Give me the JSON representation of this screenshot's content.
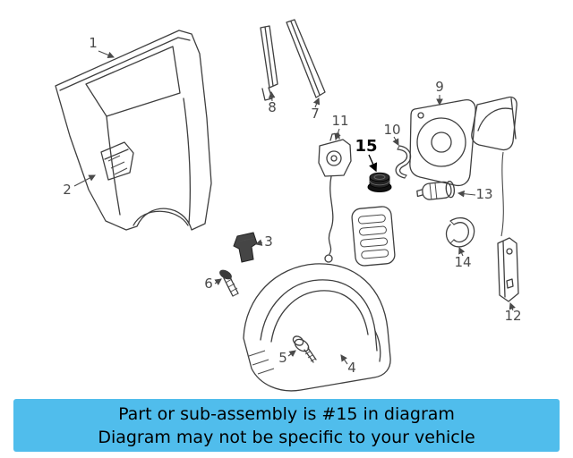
{
  "banner": {
    "line1": "Part or sub-assembly is #15 in diagram",
    "line2": "Diagram may not be specific to your vehicle",
    "background": "#50bdec"
  },
  "diagram": {
    "highlighted_part": "15",
    "labels": [
      {
        "text": "1"
      },
      {
        "text": "2"
      },
      {
        "text": "3"
      },
      {
        "text": "4"
      },
      {
        "text": "5"
      },
      {
        "text": "6"
      },
      {
        "text": "7"
      },
      {
        "text": "8"
      },
      {
        "text": "9"
      },
      {
        "text": "10"
      },
      {
        "text": "11"
      },
      {
        "text": "12"
      },
      {
        "text": "13"
      },
      {
        "text": "14"
      },
      {
        "text": "15"
      }
    ]
  },
  "colors": {
    "line": "#3f3f3f",
    "label": "#4a4a4a",
    "highlight": "#000000",
    "highlight_part_fill": "#1d1d1d"
  }
}
